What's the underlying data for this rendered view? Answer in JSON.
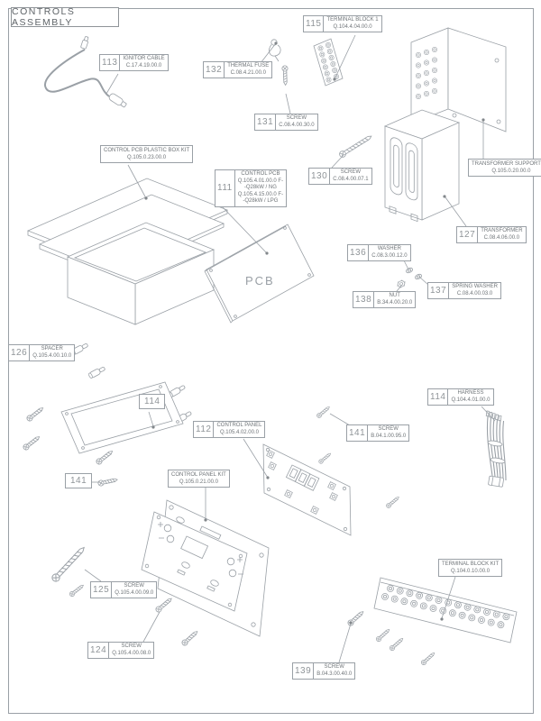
{
  "page": {
    "title": "CONTROLS ASSEMBLY"
  },
  "colors": {
    "line": "#9aa0a6",
    "text": "#6f7478",
    "number": "#8f9498",
    "bg": "#ffffff"
  },
  "callouts": [
    {
      "num": "113",
      "name": "IGNITOR CABLE",
      "part": "C.17.4.19.00.0"
    },
    {
      "num": "132",
      "name": "THERMAL FUSE",
      "part": "C.08.4.21.00.0"
    },
    {
      "num": "115",
      "name": "TERMINAL BLOCK 1",
      "part": "Q.104.4.04.00.0"
    },
    {
      "num": "131",
      "name": "SCREW",
      "part": "C.08.4.00.30.0"
    },
    {
      "num": "130",
      "name": "SCREW",
      "part": "C.08.4.00.07.1"
    },
    {
      "num": "111",
      "name": "CONTROL PCB",
      "lines": [
        "Q.105.4.01.00.0 F-",
        "-Q28kW / NG",
        "Q.105.4.15.00.0 F-",
        "-Q28kW / LPG"
      ]
    },
    {
      "num": "127",
      "name": "TRANSFORMER",
      "part": "C.08.4.06.00.0"
    },
    {
      "num": "136",
      "name": "WASHER",
      "part": "C.08.3.00.12.0"
    },
    {
      "num": "138",
      "name": "NUT",
      "part": "B.34.4.00.20.0"
    },
    {
      "num": "137",
      "name": "SPRING WASHER",
      "part": "C.08.4.00.03.0"
    },
    {
      "num": "126",
      "name": "SPACER",
      "part": "Q.105.4.00.10.0"
    },
    {
      "num": "112",
      "name": "CONTROL PANEL",
      "part": "Q.105.4.02.00.0"
    },
    {
      "num": "141",
      "name": "SCREW",
      "part": "B.04.1.00.95.0"
    },
    {
      "num": "114",
      "name": "HARNESS",
      "part": "Q.104.4.01.00.0"
    },
    {
      "num": "125",
      "name": "SCREW",
      "part": "Q.105.4.00.09.0"
    },
    {
      "num": "124",
      "name": "SCREW",
      "part": "Q.105.4.00.08.0"
    },
    {
      "num": "139",
      "name": "SCREW",
      "part": "B.04.3.00.40.0"
    }
  ],
  "kit_labels": [
    {
      "name": "CONTROL PCB PLASTIC BOX KIT",
      "part": "Q.105.0.23.00.0"
    },
    {
      "name": "TRANSFORMER SUPPORT KIT",
      "part": "Q.105.0.20.00.0"
    },
    {
      "name": "CONTROL PANEL KIT",
      "part": "Q.105.0.21.00.0"
    },
    {
      "name": "TERMINAL BLOCK KIT",
      "part": "Q.104.0.10.00.0"
    }
  ],
  "number_tags": [
    {
      "num": "114"
    },
    {
      "num": "141"
    }
  ],
  "drawing_labels": {
    "pcb": "PCB"
  }
}
